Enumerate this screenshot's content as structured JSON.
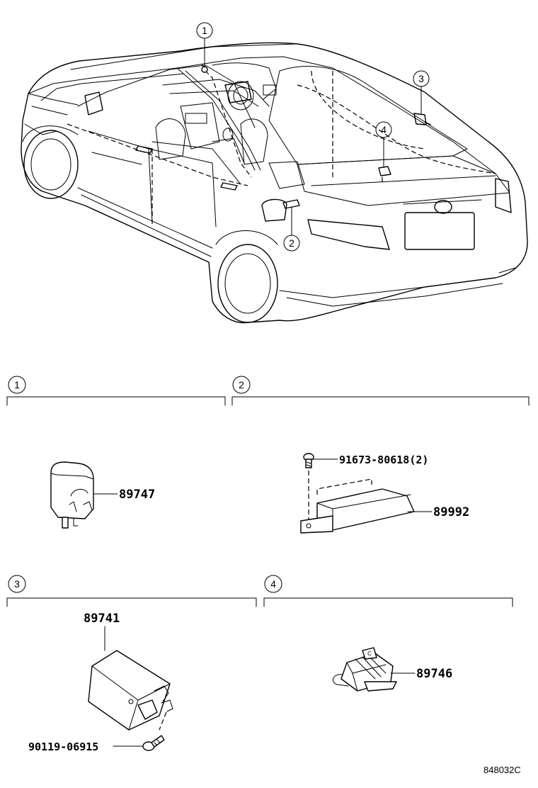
{
  "callouts": [
    "1",
    "2",
    "3",
    "4"
  ],
  "sections": [
    {
      "number": "1",
      "parts": [
        "89747"
      ]
    },
    {
      "number": "2",
      "parts": [
        "91673-80618(2)",
        "89992"
      ]
    },
    {
      "number": "3",
      "parts": [
        "89741",
        "90119-06915"
      ]
    },
    {
      "number": "4",
      "parts": [
        "89746"
      ]
    }
  ],
  "connector_letter": "C",
  "diagram_code": "848032C"
}
